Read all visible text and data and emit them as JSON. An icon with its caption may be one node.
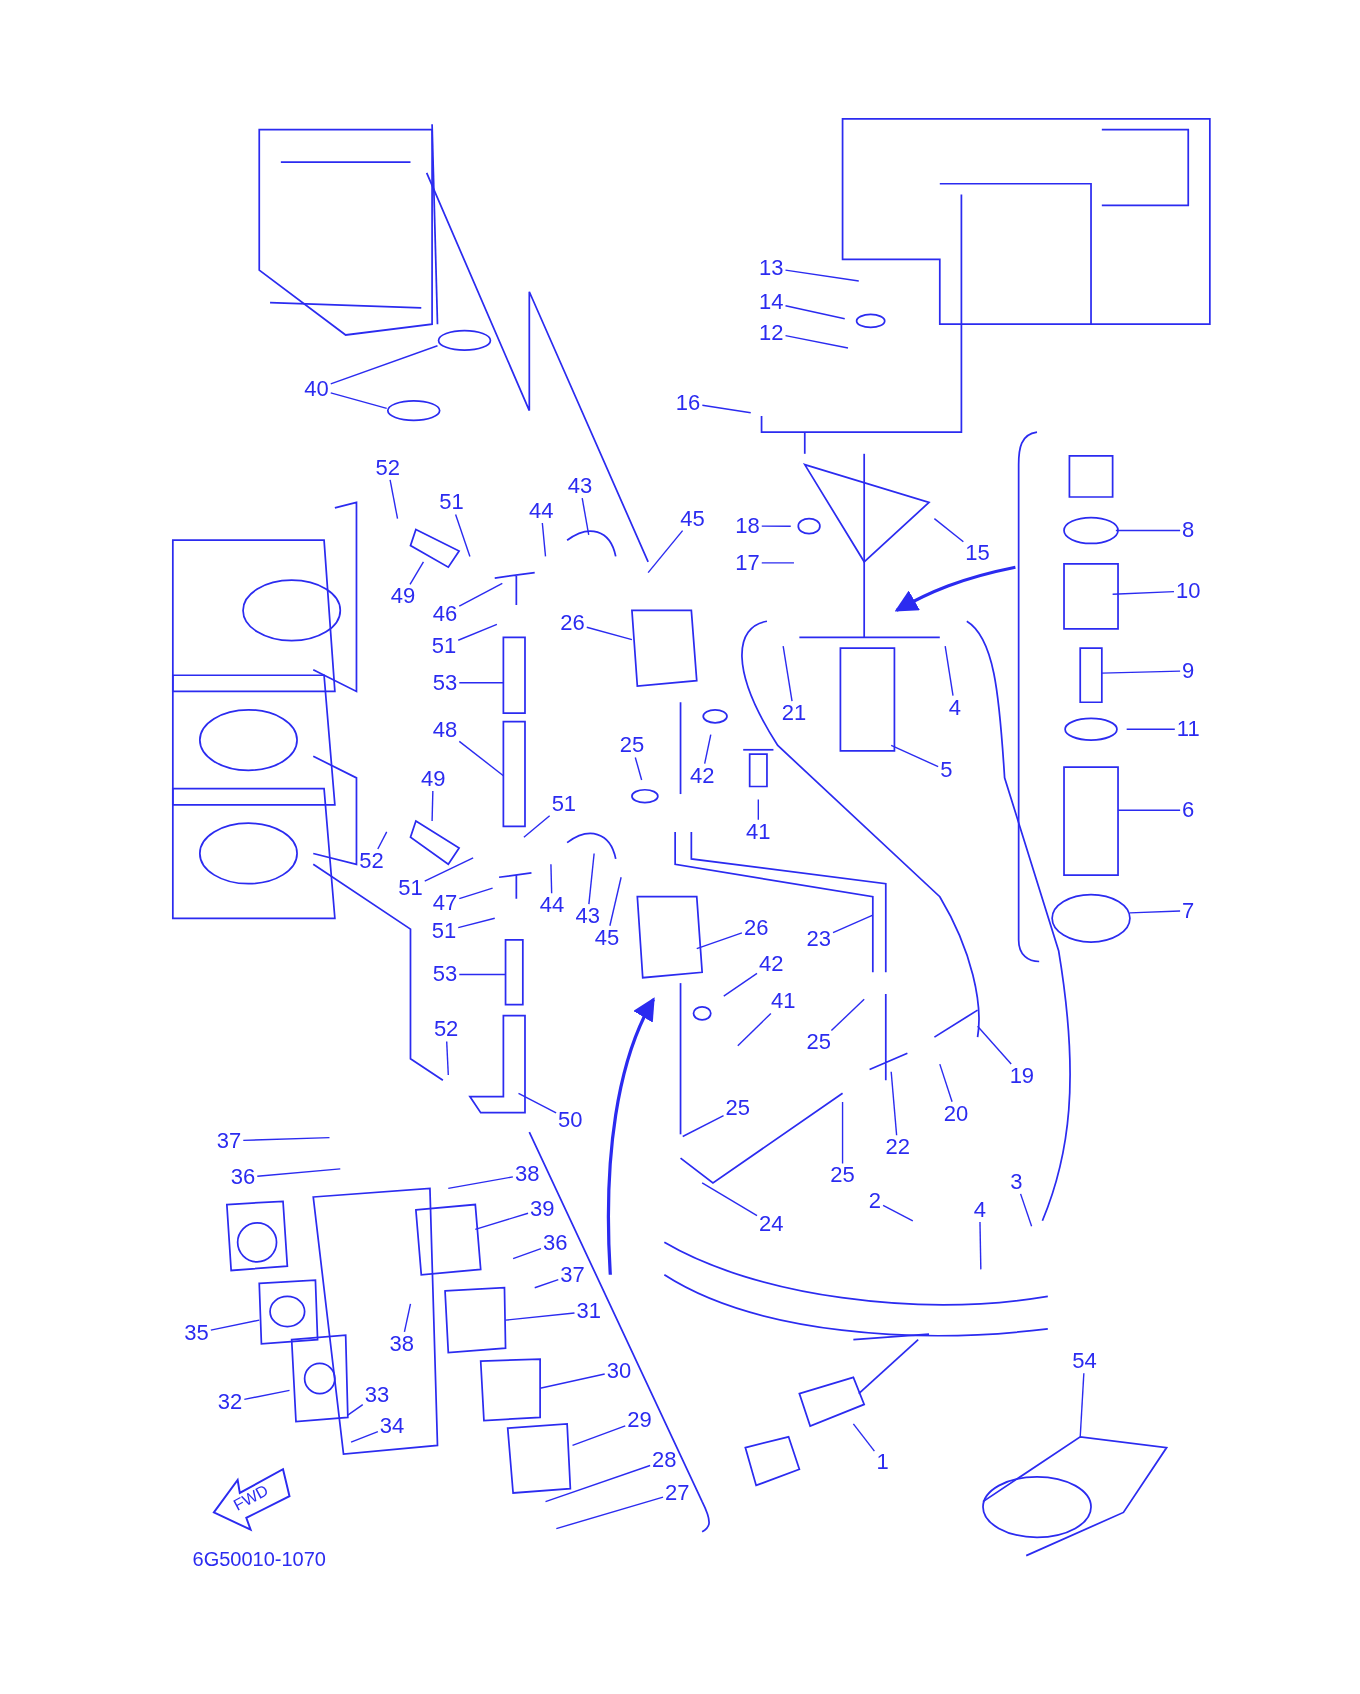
{
  "diagram": {
    "nodes": [
      {
        "text": [
          "13"
        ]
      },
      {
        "text": [
          "14"
        ]
      },
      {
        "text": [
          "12"
        ]
      },
      {
        "text": [
          "16"
        ]
      },
      {
        "text": [
          "18"
        ]
      },
      {
        "text": [
          "17"
        ]
      },
      {
        "text": [
          "15"
        ]
      },
      {
        "text": [
          "8"
        ]
      },
      {
        "text": [
          "10"
        ]
      },
      {
        "text": [
          "9"
        ]
      },
      {
        "text": [
          "11"
        ]
      },
      {
        "text": [
          "6"
        ]
      },
      {
        "text": [
          "7"
        ]
      },
      {
        "text": [
          "21"
        ]
      },
      {
        "text": [
          "4"
        ]
      },
      {
        "text": [
          "5"
        ]
      },
      {
        "text": [
          "40"
        ]
      },
      {
        "text": [
          "52"
        ]
      },
      {
        "text": [
          "51"
        ]
      },
      {
        "text": [
          "44"
        ]
      },
      {
        "text": [
          "43"
        ]
      },
      {
        "text": [
          "45"
        ]
      },
      {
        "text": [
          "49"
        ]
      },
      {
        "text": [
          "46"
        ]
      },
      {
        "text": [
          "26"
        ]
      },
      {
        "text": [
          "51"
        ]
      },
      {
        "text": [
          "53"
        ]
      },
      {
        "text": [
          "48"
        ]
      },
      {
        "text": [
          "25"
        ]
      },
      {
        "text": [
          "42"
        ]
      },
      {
        "text": [
          "41"
        ]
      },
      {
        "text": [
          "49"
        ]
      },
      {
        "text": [
          "51"
        ]
      },
      {
        "text": [
          "52"
        ]
      },
      {
        "text": [
          "51"
        ]
      },
      {
        "text": [
          "47"
        ]
      },
      {
        "text": [
          "44"
        ]
      },
      {
        "text": [
          "43"
        ]
      },
      {
        "text": [
          "45"
        ]
      },
      {
        "text": [
          "51"
        ]
      },
      {
        "text": [
          "26"
        ]
      },
      {
        "text": [
          "23"
        ]
      },
      {
        "text": [
          "42"
        ]
      },
      {
        "text": [
          "41"
        ]
      },
      {
        "text": [
          "53"
        ]
      },
      {
        "text": [
          "25"
        ]
      },
      {
        "text": [
          "19"
        ]
      },
      {
        "text": [
          "20"
        ]
      },
      {
        "text": [
          "52"
        ]
      },
      {
        "text": [
          "50"
        ]
      },
      {
        "text": [
          "25"
        ]
      },
      {
        "text": [
          "22"
        ]
      },
      {
        "text": [
          "25"
        ]
      },
      {
        "text": [
          "37"
        ]
      },
      {
        "text": [
          "36"
        ]
      },
      {
        "text": [
          "38"
        ]
      },
      {
        "text": [
          "39"
        ]
      },
      {
        "text": [
          "36"
        ]
      },
      {
        "text": [
          "37"
        ]
      },
      {
        "text": [
          "24"
        ]
      },
      {
        "text": [
          "2"
        ]
      },
      {
        "text": [
          "4"
        ]
      },
      {
        "text": [
          "3"
        ]
      },
      {
        "text": [
          "31"
        ]
      },
      {
        "text": [
          "38"
        ]
      },
      {
        "text": [
          "35"
        ]
      },
      {
        "text": [
          "30"
        ]
      },
      {
        "text": [
          "32"
        ]
      },
      {
        "text": [
          "33"
        ]
      },
      {
        "text": [
          "34"
        ]
      },
      {
        "text": [
          "29"
        ]
      },
      {
        "text": [
          "28"
        ]
      },
      {
        "text": [
          "27"
        ]
      },
      {
        "text": [
          "1"
        ]
      },
      {
        "text": [
          "54"
        ]
      }
    ],
    "edges": [
      {
        "from": 0,
        "to": null,
        "arrow": "none"
      },
      {
        "from": 1,
        "to": null,
        "arrow": "none"
      },
      {
        "from": 2,
        "to": null,
        "arrow": "none"
      },
      {
        "from": 3,
        "to": null,
        "arrow": "none"
      },
      {
        "from": 4,
        "to": null,
        "arrow": "none"
      },
      {
        "from": 5,
        "to": null,
        "arrow": "none"
      },
      {
        "from": 6,
        "to": null,
        "arrow": "none"
      },
      {
        "from": 7,
        "to": null,
        "arrow": "none"
      },
      {
        "from": 8,
        "to": null,
        "arrow": "none"
      },
      {
        "from": 9,
        "to": null,
        "arrow": "none"
      },
      {
        "from": 10,
        "to": null,
        "arrow": "none"
      },
      {
        "from": 11,
        "to": null,
        "arrow": "none"
      },
      {
        "from": 12,
        "to": null,
        "arrow": "none"
      },
      {
        "from": 13,
        "to": null,
        "arrow": "none"
      },
      {
        "from": 14,
        "to": null,
        "arrow": "none"
      },
      {
        "from": 15,
        "to": null,
        "arrow": "none"
      },
      {
        "from": 16,
        "to": null,
        "arrow": "none"
      },
      {
        "from": 16,
        "to": null,
        "arrow": "none"
      },
      {
        "from": 17,
        "to": null,
        "arrow": "none"
      },
      {
        "from": 18,
        "to": null,
        "arrow": "none"
      },
      {
        "from": 19,
        "to": null,
        "arrow": "none"
      },
      {
        "from": 20,
        "to": null,
        "arrow": "none"
      },
      {
        "from": 21,
        "to": null,
        "arrow": "none"
      },
      {
        "from": 22,
        "to": null,
        "arrow": "none"
      },
      {
        "from": 23,
        "to": null,
        "arrow": "none"
      },
      {
        "from": 24,
        "to": null,
        "arrow": "none"
      },
      {
        "from": 25,
        "to": null,
        "arrow": "none"
      },
      {
        "from": 26,
        "to": null,
        "arrow": "none"
      },
      {
        "from": 27,
        "to": null,
        "arrow": "none"
      },
      {
        "from": 28,
        "to": null,
        "arrow": "none"
      },
      {
        "from": 29,
        "to": null,
        "arrow": "none"
      },
      {
        "from": 30,
        "to": null,
        "arrow": "none"
      },
      {
        "from": 31,
        "to": null,
        "arrow": "none"
      },
      {
        "from": 32,
        "to": null,
        "arrow": "none"
      },
      {
        "from": 33,
        "to": null,
        "arrow": "none"
      },
      {
        "from": 34,
        "to": null,
        "arrow": "none"
      },
      {
        "from": 35,
        "to": null,
        "arrow": "none"
      },
      {
        "from": 36,
        "to": null,
        "arrow": "none"
      },
      {
        "from": 37,
        "to": null,
        "arrow": "none"
      },
      {
        "from": 38,
        "to": null,
        "arrow": "none"
      },
      {
        "from": 39,
        "to": null,
        "arrow": "none"
      },
      {
        "from": 40,
        "to": null,
        "arrow": "none"
      },
      {
        "from": 41,
        "to": null,
        "arrow": "none"
      },
      {
        "from": 42,
        "to": null,
        "arrow": "none"
      },
      {
        "from": 43,
        "to": null,
        "arrow": "none"
      },
      {
        "from": 44,
        "to": null,
        "arrow": "none"
      },
      {
        "from": 45,
        "to": null,
        "arrow": "none"
      },
      {
        "from": 46,
        "to": null,
        "arrow": "none"
      },
      {
        "from": 47,
        "to": null,
        "arrow": "none"
      },
      {
        "from": 48,
        "to": null,
        "arrow": "none"
      },
      {
        "from": 49,
        "to": null,
        "arrow": "none"
      },
      {
        "from": 50,
        "to": null,
        "arrow": "none"
      },
      {
        "from": 51,
        "to": null,
        "arrow": "none"
      },
      {
        "from": 52,
        "to": null,
        "arrow": "none"
      },
      {
        "from": 53,
        "to": null,
        "arrow": "none"
      },
      {
        "from": 54,
        "to": null,
        "arrow": "none"
      },
      {
        "from": 55,
        "to": null,
        "arrow": "none"
      },
      {
        "from": 56,
        "to": null,
        "arrow": "none"
      },
      {
        "from": 57,
        "to": null,
        "arrow": "none"
      },
      {
        "from": 58,
        "to": null,
        "arrow": "none"
      },
      {
        "from": 59,
        "to": null,
        "arrow": "none"
      },
      {
        "from": 60,
        "to": null,
        "arrow": "none"
      },
      {
        "from": 61,
        "to": null,
        "arrow": "none"
      },
      {
        "from": 62,
        "to": null,
        "arrow": "none"
      },
      {
        "from": 63,
        "to": null,
        "arrow": "none"
      },
      {
        "from": 64,
        "to": null,
        "arrow": "none"
      },
      {
        "from": 65,
        "to": null,
        "arrow": "none"
      },
      {
        "from": 66,
        "to": null,
        "arrow": "none"
      },
      {
        "from": 67,
        "to": null,
        "arrow": "none"
      },
      {
        "from": 68,
        "to": null,
        "arrow": "none"
      },
      {
        "from": 69,
        "to": null,
        "arrow": "none"
      },
      {
        "from": 70,
        "to": null,
        "arrow": "none"
      },
      {
        "from": 71,
        "to": null,
        "arrow": "none"
      },
      {
        "from": 72,
        "to": null,
        "arrow": "none"
      },
      {
        "from": 73,
        "to": null,
        "arrow": "none"
      },
      {
        "from": 74,
        "to": null,
        "arrow": "none"
      }
    ],
    "labels": [
      "FWD",
      "6G50010-1070"
    ]
  }
}
